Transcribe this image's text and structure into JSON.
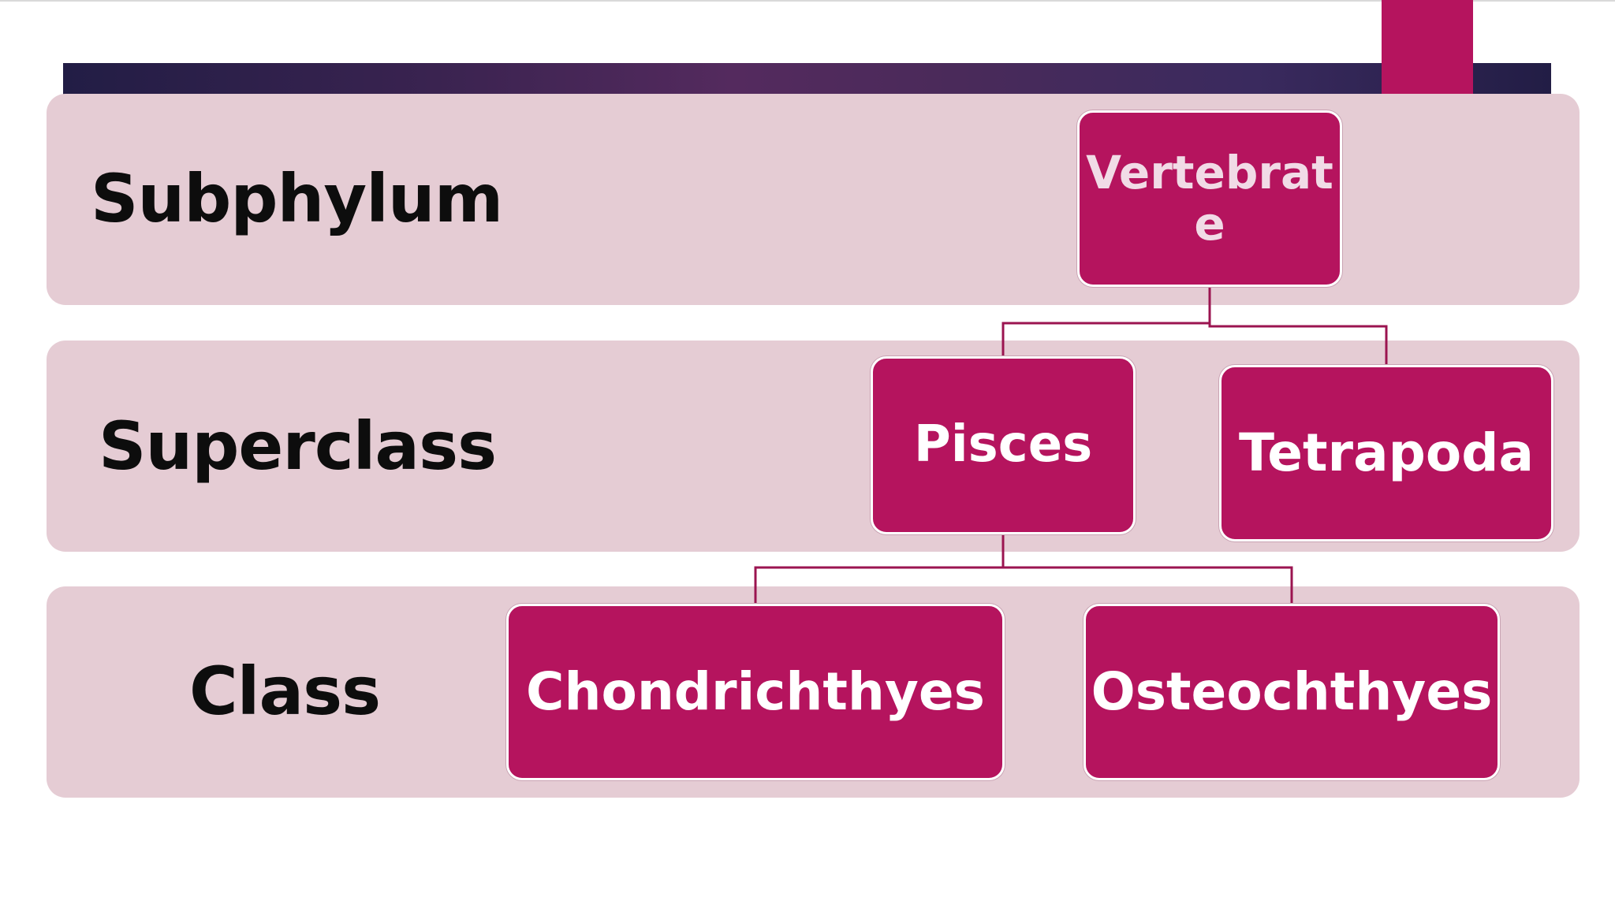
{
  "diagram": {
    "row_labels": {
      "subphylum": "Subphylum",
      "superclass": "Superclass",
      "class": "Class"
    },
    "nodes": {
      "vertebrate": "Vertebrate",
      "pisces": "Pisces",
      "tetrapoda": "Tetrapoda",
      "chondrichthyes": "Chondrichthyes",
      "osteochthyes": "Osteochthyes"
    },
    "edges": [
      {
        "from": "Vertebrate",
        "to": "Pisces"
      },
      {
        "from": "Vertebrate",
        "to": "Tetrapoda"
      },
      {
        "from": "Pisces",
        "to": "Chondrichthyes"
      },
      {
        "from": "Pisces",
        "to": "Osteochthyes"
      }
    ]
  },
  "colors": {
    "node_fill": "#b5145e",
    "band_fill": "#e5ccd4",
    "connector": "#9b1450",
    "title_bar": "#3a2350"
  }
}
